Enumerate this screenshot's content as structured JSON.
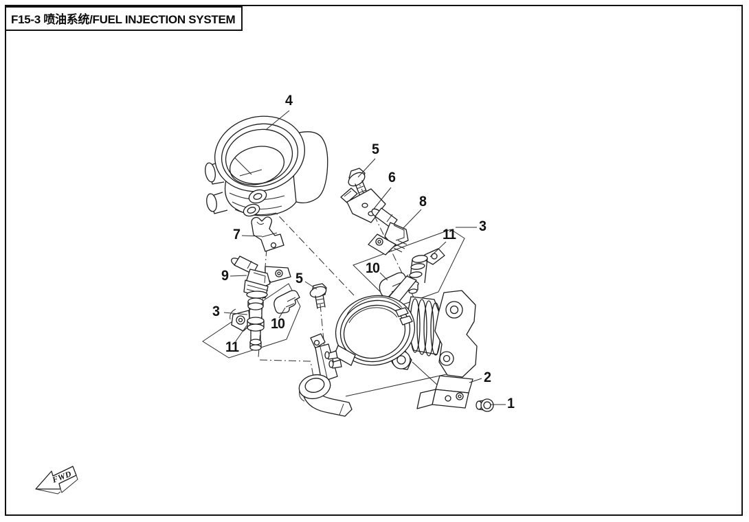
{
  "page": {
    "title": "F15-3 喷油系统/FUEL INJECTION SYSTEM"
  },
  "diagram": {
    "description": "Exploded parts view of fuel injection system with numbered callouts",
    "fwd_label": "FWD",
    "callouts": {
      "c1": "1",
      "c2": "2",
      "c3_right": "3",
      "c3_left": "3",
      "c4": "4",
      "c5_top": "5",
      "c5_left": "5",
      "c6": "6",
      "c7": "7",
      "c8": "8",
      "c9": "9",
      "c10_right": "10",
      "c10_left": "10",
      "c11_right": "11",
      "c11_left": "11"
    }
  }
}
